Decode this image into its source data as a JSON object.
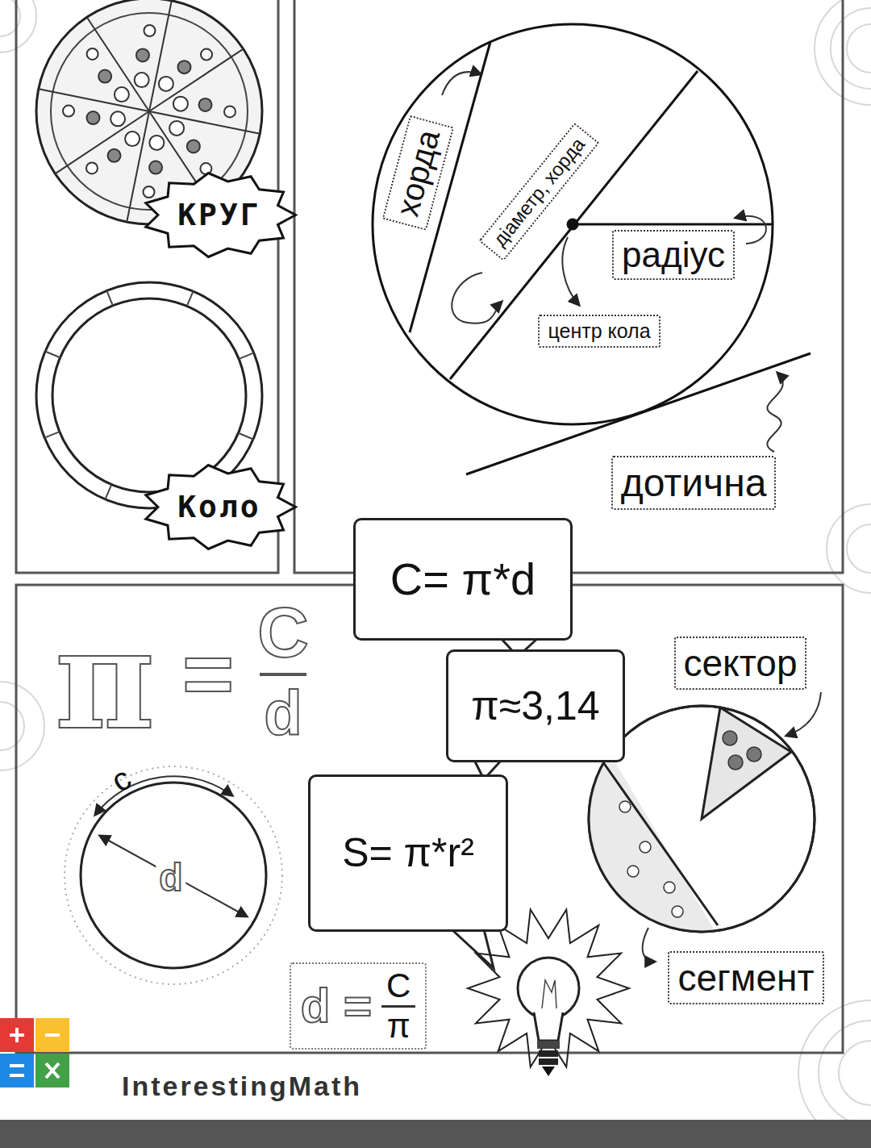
{
  "diagram": {
    "nodes": [
      {
        "text": [
          "КРУГ"
        ]
      },
      {
        "text": [
          "Коло"
        ]
      },
      {
        "text": [
          "хорда"
        ]
      },
      {
        "text": [
          "діаметр, хорда"
        ]
      },
      {
        "text": [
          "радіус"
        ]
      },
      {
        "text": [
          "центр кола"
        ]
      },
      {
        "text": [
          "дотична"
        ]
      },
      {
        "text": [
          "C= π*d"
        ]
      },
      {
        "text": [
          "сектор"
        ]
      },
      {
        "text": [
          "π≈3,14"
        ]
      },
      {
        "text": [
          "S= π*r²"
        ]
      },
      {
        "text": [
          "d =",
          "C",
          "π"
        ]
      },
      {
        "text": [
          "сегмент"
        ]
      }
    ],
    "labels": [
      "π",
      "=",
      "C",
      "d",
      "c",
      "d",
      "InterestingMath"
    ]
  }
}
